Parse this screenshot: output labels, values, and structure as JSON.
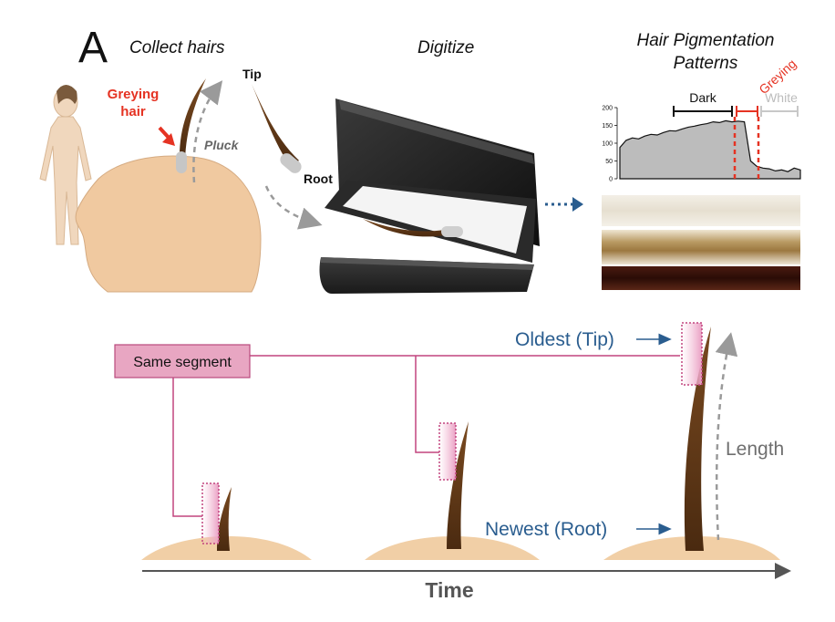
{
  "panel": {
    "letter": "A"
  },
  "steps": {
    "collect": "Collect hairs",
    "digitize": "Digitize",
    "patterns_line1": "Hair Pigmentation",
    "patterns_line2": "Patterns"
  },
  "collect": {
    "greying_line1": "Greying",
    "greying_line2": "hair",
    "pluck": "Pluck",
    "tip": "Tip",
    "root": "Root"
  },
  "profile": {
    "dark": "Dark",
    "greying": "Greying",
    "white": "White",
    "y_ticks": [
      "200",
      "150",
      "100",
      "50",
      "0"
    ]
  },
  "timeline": {
    "same_segment": "Same segment",
    "oldest": "Oldest (Tip)",
    "newest": "Newest (Root)",
    "length": "Length",
    "time": "Time"
  },
  "colors": {
    "red": "#e53323",
    "pink_box": "#e8a6c2",
    "pink_line": "#c2457f",
    "blue": "#2a5d8f",
    "gray_arrow": "#9a9a9a",
    "hair_brown": "#5b3516",
    "skin": "#f1cfa6"
  },
  "chart_data": {
    "type": "area",
    "title": "",
    "xlabel": "",
    "ylabel": "",
    "ylim": [
      0,
      200
    ],
    "y_ticks": [
      0,
      50,
      100,
      150,
      200
    ],
    "x_ticks": [],
    "series": [
      {
        "values": [
          88,
          108,
          115,
          112,
          120,
          125,
          123,
          130,
          135,
          134,
          140,
          145,
          148,
          152,
          155,
          160,
          158,
          163,
          160,
          162,
          160,
          50,
          35,
          30,
          28,
          22,
          25,
          20,
          30,
          25
        ]
      }
    ]
  }
}
